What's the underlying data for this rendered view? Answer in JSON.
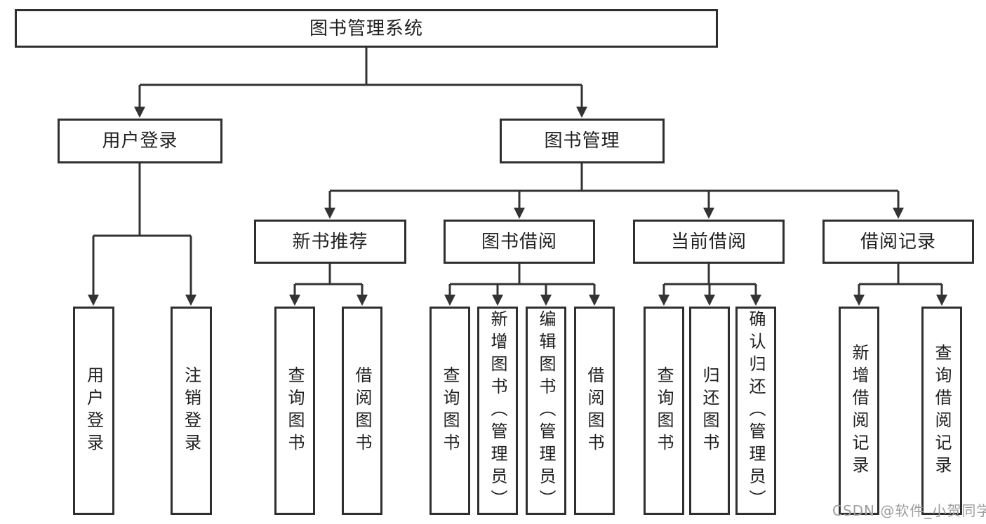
{
  "diagram": {
    "root": {
      "label": "图书管理系统",
      "children": [
        {
          "label": "用户登录",
          "children": [
            {
              "label": "用户登录"
            },
            {
              "label": "注销登录"
            }
          ]
        },
        {
          "label": "图书管理",
          "children": [
            {
              "label": "新书推荐",
              "children": [
                {
                  "label": "查询图书"
                },
                {
                  "label": "借阅图书"
                }
              ]
            },
            {
              "label": "图书借阅",
              "children": [
                {
                  "label": "查询图书"
                },
                {
                  "label": "新增图书（管理员）"
                },
                {
                  "label": "编辑图书（管理员）"
                },
                {
                  "label": "借阅图书"
                }
              ]
            },
            {
              "label": "当前借阅",
              "children": [
                {
                  "label": "查询图书"
                },
                {
                  "label": "归还图书"
                },
                {
                  "label": "确认归还（管理员）"
                }
              ]
            },
            {
              "label": "借阅记录",
              "children": [
                {
                  "label": "新增借阅记录"
                },
                {
                  "label": "查询借阅记录"
                }
              ]
            }
          ]
        }
      ]
    }
  },
  "watermark": {
    "text": "CSDN @软件_小贺同学"
  },
  "colors": {
    "line": "#333333",
    "border": "#2f2f2f",
    "text": "#1f1f1f",
    "watermark": "#9e9e9e",
    "background": "#ffffff"
  }
}
